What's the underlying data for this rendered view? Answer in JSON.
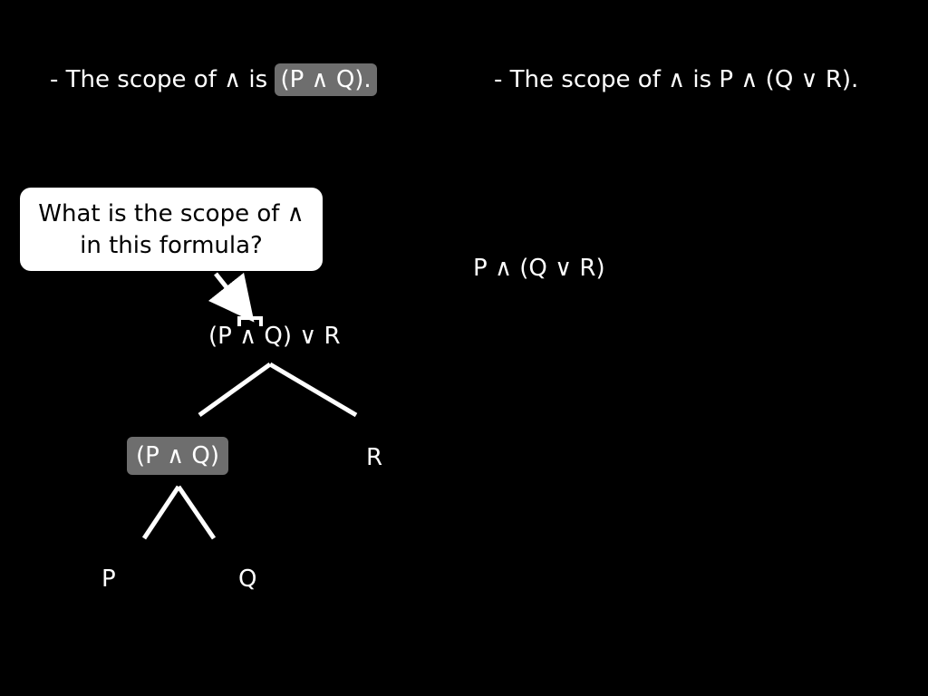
{
  "left_heading": {
    "prefix": "- The scope of ∧ is ",
    "highlight": "(P ∧ Q)."
  },
  "right_heading": "- The scope of ∧ is P ∧ (Q ∨ R).",
  "bubble": {
    "line1": "What is the scope of ∧",
    "line2": "in this formula?"
  },
  "tree": {
    "root": "(P ∧ Q) ∨ R",
    "left_child": "(P ∧ Q)",
    "right_child": "R",
    "leaf_left": "P",
    "leaf_right": "Q"
  },
  "right_formula": "P ∧ (Q ∨ R)",
  "colors": {
    "background": "#000000",
    "highlight": "#6e6e6e",
    "bubble": "#ffffff"
  }
}
